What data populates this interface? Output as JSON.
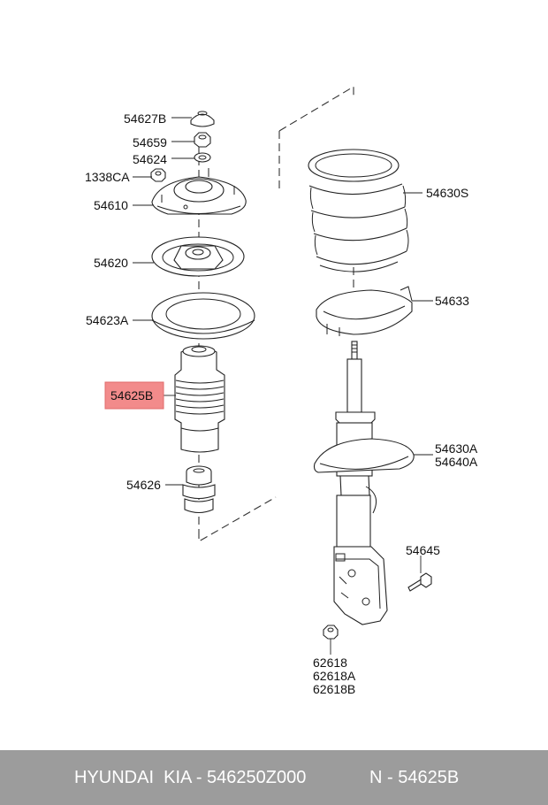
{
  "labels": {
    "p54627B": "54627B",
    "p54659": "54659",
    "p54624": "54624",
    "p1338CA": "1338CA",
    "p54610": "54610",
    "p54620": "54620",
    "p54623A": "54623A",
    "p54625B": "54625B",
    "p54626": "54626",
    "p54630S": "54630S",
    "p54633": "54633",
    "p54630A": "54630A",
    "p54640A": "54640A",
    "p54645": "54645",
    "p62618": "62618",
    "p62618A": "62618A",
    "p62618B": "62618B"
  },
  "highlight_color": "#f28b8b",
  "footer": {
    "left_text": "HYUNDAI  KIA - 546250Z000",
    "right_text": "N - 54625B"
  }
}
